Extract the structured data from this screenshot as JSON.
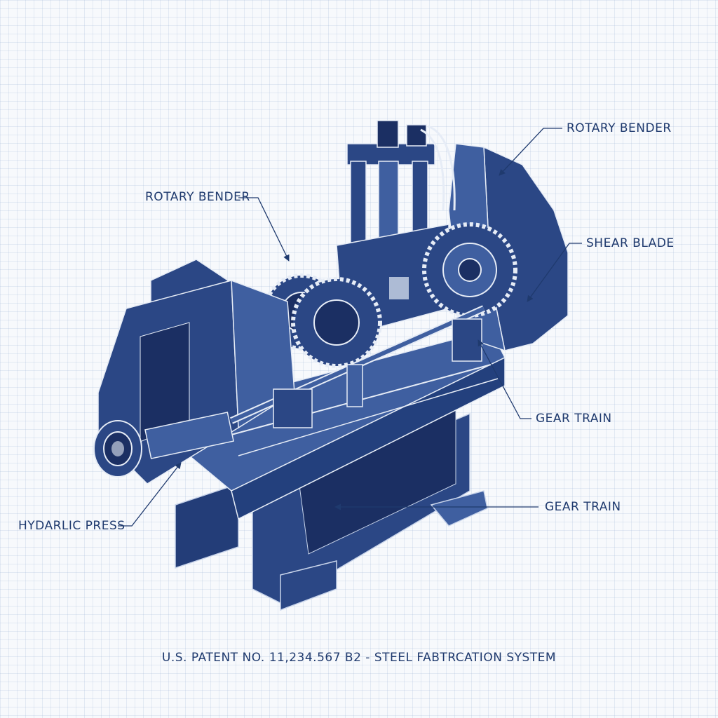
{
  "callouts": {
    "rotary_bender_left": "ROTARY BENDER",
    "rotary_bender_right": "ROTARY BENDER",
    "shear_blade": "SHEAR BLADE",
    "gear_train_upper": "GEAR TRAIN",
    "gear_train_lower": "GEAR TRAIN",
    "hydraulic_press": "HYDARLIC PRESS"
  },
  "caption": "U.S. PATENT NO. 11,234.567 B2 - STEEL FABTRCATION SYSTEM",
  "colors": {
    "ink": "#1f3a6e",
    "steel_dark": "#1b2f63",
    "steel_mid": "#2b4785",
    "steel_light": "#3f5fa0",
    "highlight": "#e6ecf6"
  }
}
